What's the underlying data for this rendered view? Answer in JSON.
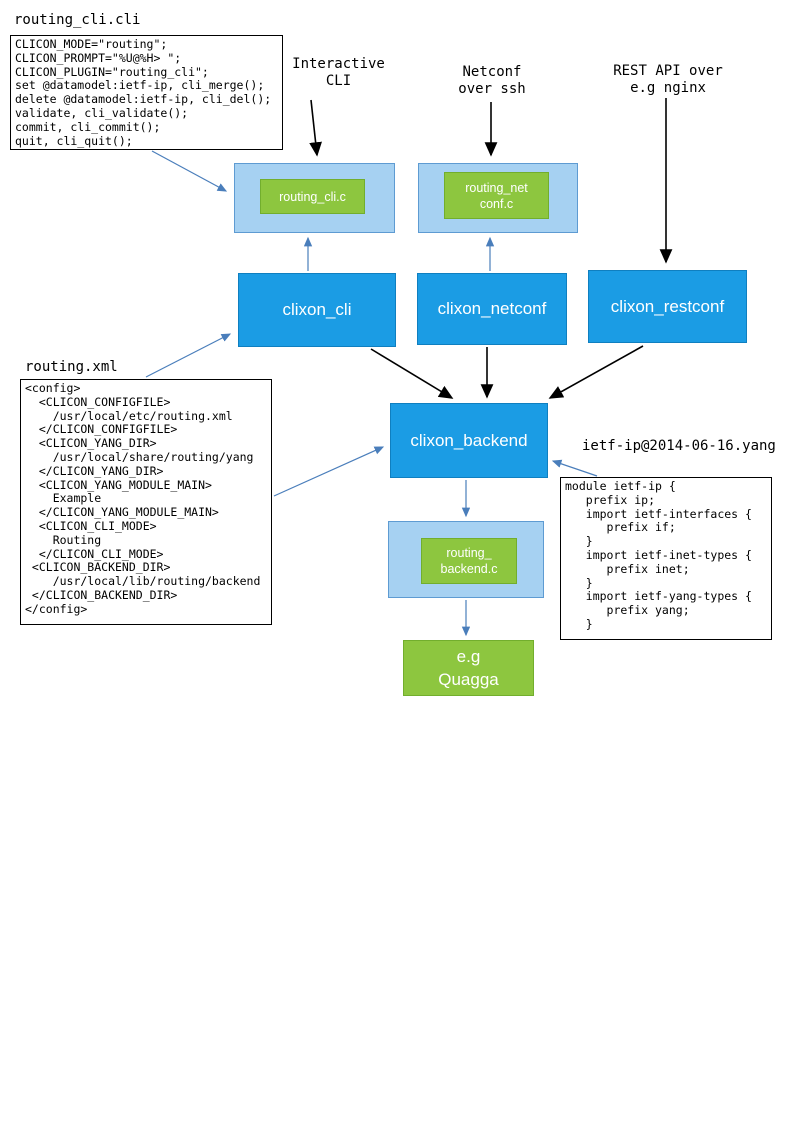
{
  "labels": {
    "routing_cli_file": "routing_cli.cli",
    "routing_xml_file": "routing.xml",
    "yang_file": "ietf-ip@2014-06-16.yang",
    "interactive_cli": "Interactive\nCLI",
    "netconf_ssh": "Netconf\nover ssh",
    "rest_api": "REST API over\ne.g nginx"
  },
  "code": {
    "routing_cli": "CLICON_MODE=\"routing\";\nCLICON_PROMPT=\"%U@%H> \";\nCLICON_PLUGIN=\"routing_cli\";\nset @datamodel:ietf-ip, cli_merge();\ndelete @datamodel:ietf-ip, cli_del();\nvalidate, cli_validate();\ncommit, cli_commit();\nquit, cli_quit();",
    "routing_xml": "<config>\n  <CLICON_CONFIGFILE>\n    /usr/local/etc/routing.xml\n  </CLICON_CONFIGFILE>\n  <CLICON_YANG_DIR>\n    /usr/local/share/routing/yang\n  </CLICON_YANG_DIR>\n  <CLICON_YANG_MODULE_MAIN>\n    Example\n  </CLICON_YANG_MODULE_MAIN>\n  <CLICON_CLI_MODE>\n    Routing\n  </CLICON_CLI_MODE>\n <CLICON_BACKEND_DIR>\n    /usr/local/lib/routing/backend\n </CLICON_BACKEND_DIR>\n</config>",
    "yang": "module ietf-ip {\n   prefix ip;\n   import ietf-interfaces {\n      prefix if;\n   }\n   import ietf-inet-types {\n      prefix inet;\n   }\n   import ietf-yang-types {\n      prefix yang;\n   }"
  },
  "nodes": {
    "routing_cli_c": "routing_cli.c",
    "routing_netconf_c": "routing_net\nconf.c",
    "clixon_cli": "clixon_cli",
    "clixon_netconf": "clixon_netconf",
    "clixon_restconf": "clixon_restconf",
    "clixon_backend": "clixon_backend",
    "routing_backend_c": "routing_\nbackend.c",
    "quagga": "e.g\nQuagga"
  },
  "colors": {
    "node_blue": "#1b9ce4",
    "node_blue_border": "#0f7fc0",
    "node_light_blue": "#a6d1f2",
    "node_light_border": "#5e9bd2",
    "node_green": "#8dc63f",
    "node_green_border": "#72ae2d",
    "arrow_blue": "#4a7ebb",
    "arrow_black": "#000000"
  }
}
